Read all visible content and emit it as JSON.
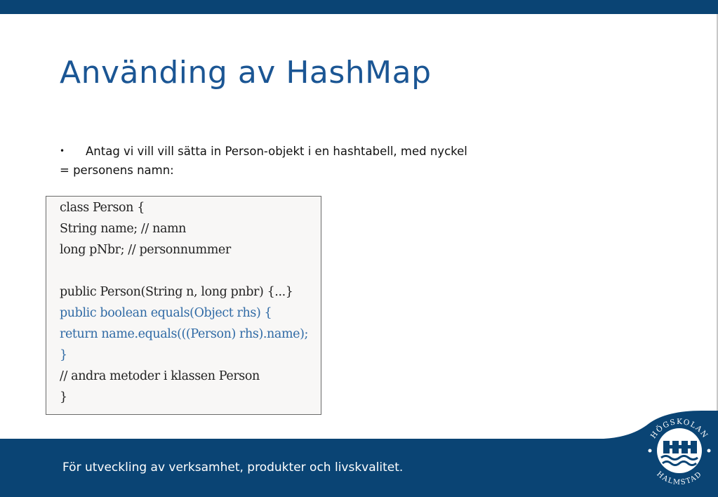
{
  "slide": {
    "title": "Använding av HashMap",
    "bullet": {
      "marker": "•",
      "line1": "Antag vi vill vill sätta in Person-objekt i en hashtabell, med nyckel",
      "line2": "= personens namn:"
    },
    "code": [
      {
        "text": "class Person {",
        "highlight": false
      },
      {
        "text": "String name; // namn",
        "highlight": false
      },
      {
        "text": "long pNbr; // personnummer",
        "highlight": false
      },
      {
        "text": "",
        "highlight": false
      },
      {
        "text": "public Person(String n, long pnbr) {...}",
        "highlight": false
      },
      {
        "text": "public boolean equals(Object rhs) {",
        "highlight": true
      },
      {
        "text": "return name.equals(((Person) rhs).name);",
        "highlight": true
      },
      {
        "text": "}",
        "highlight": true
      },
      {
        "text": "// andra metoder i klassen Person",
        "highlight": false
      },
      {
        "text": "}",
        "highlight": false
      }
    ]
  },
  "footer": {
    "tagline": "För utveckling av verksamhet, produkter och livskvalitet.",
    "logo": {
      "upper_text": "HÖGSKOLAN",
      "lower_text": "HALMSTAD",
      "icon": "hh-castle-logo"
    }
  },
  "colors": {
    "brand_blue": "#0a4474",
    "title_blue": "#1b5694",
    "code_highlight": "#2f6aa5"
  }
}
